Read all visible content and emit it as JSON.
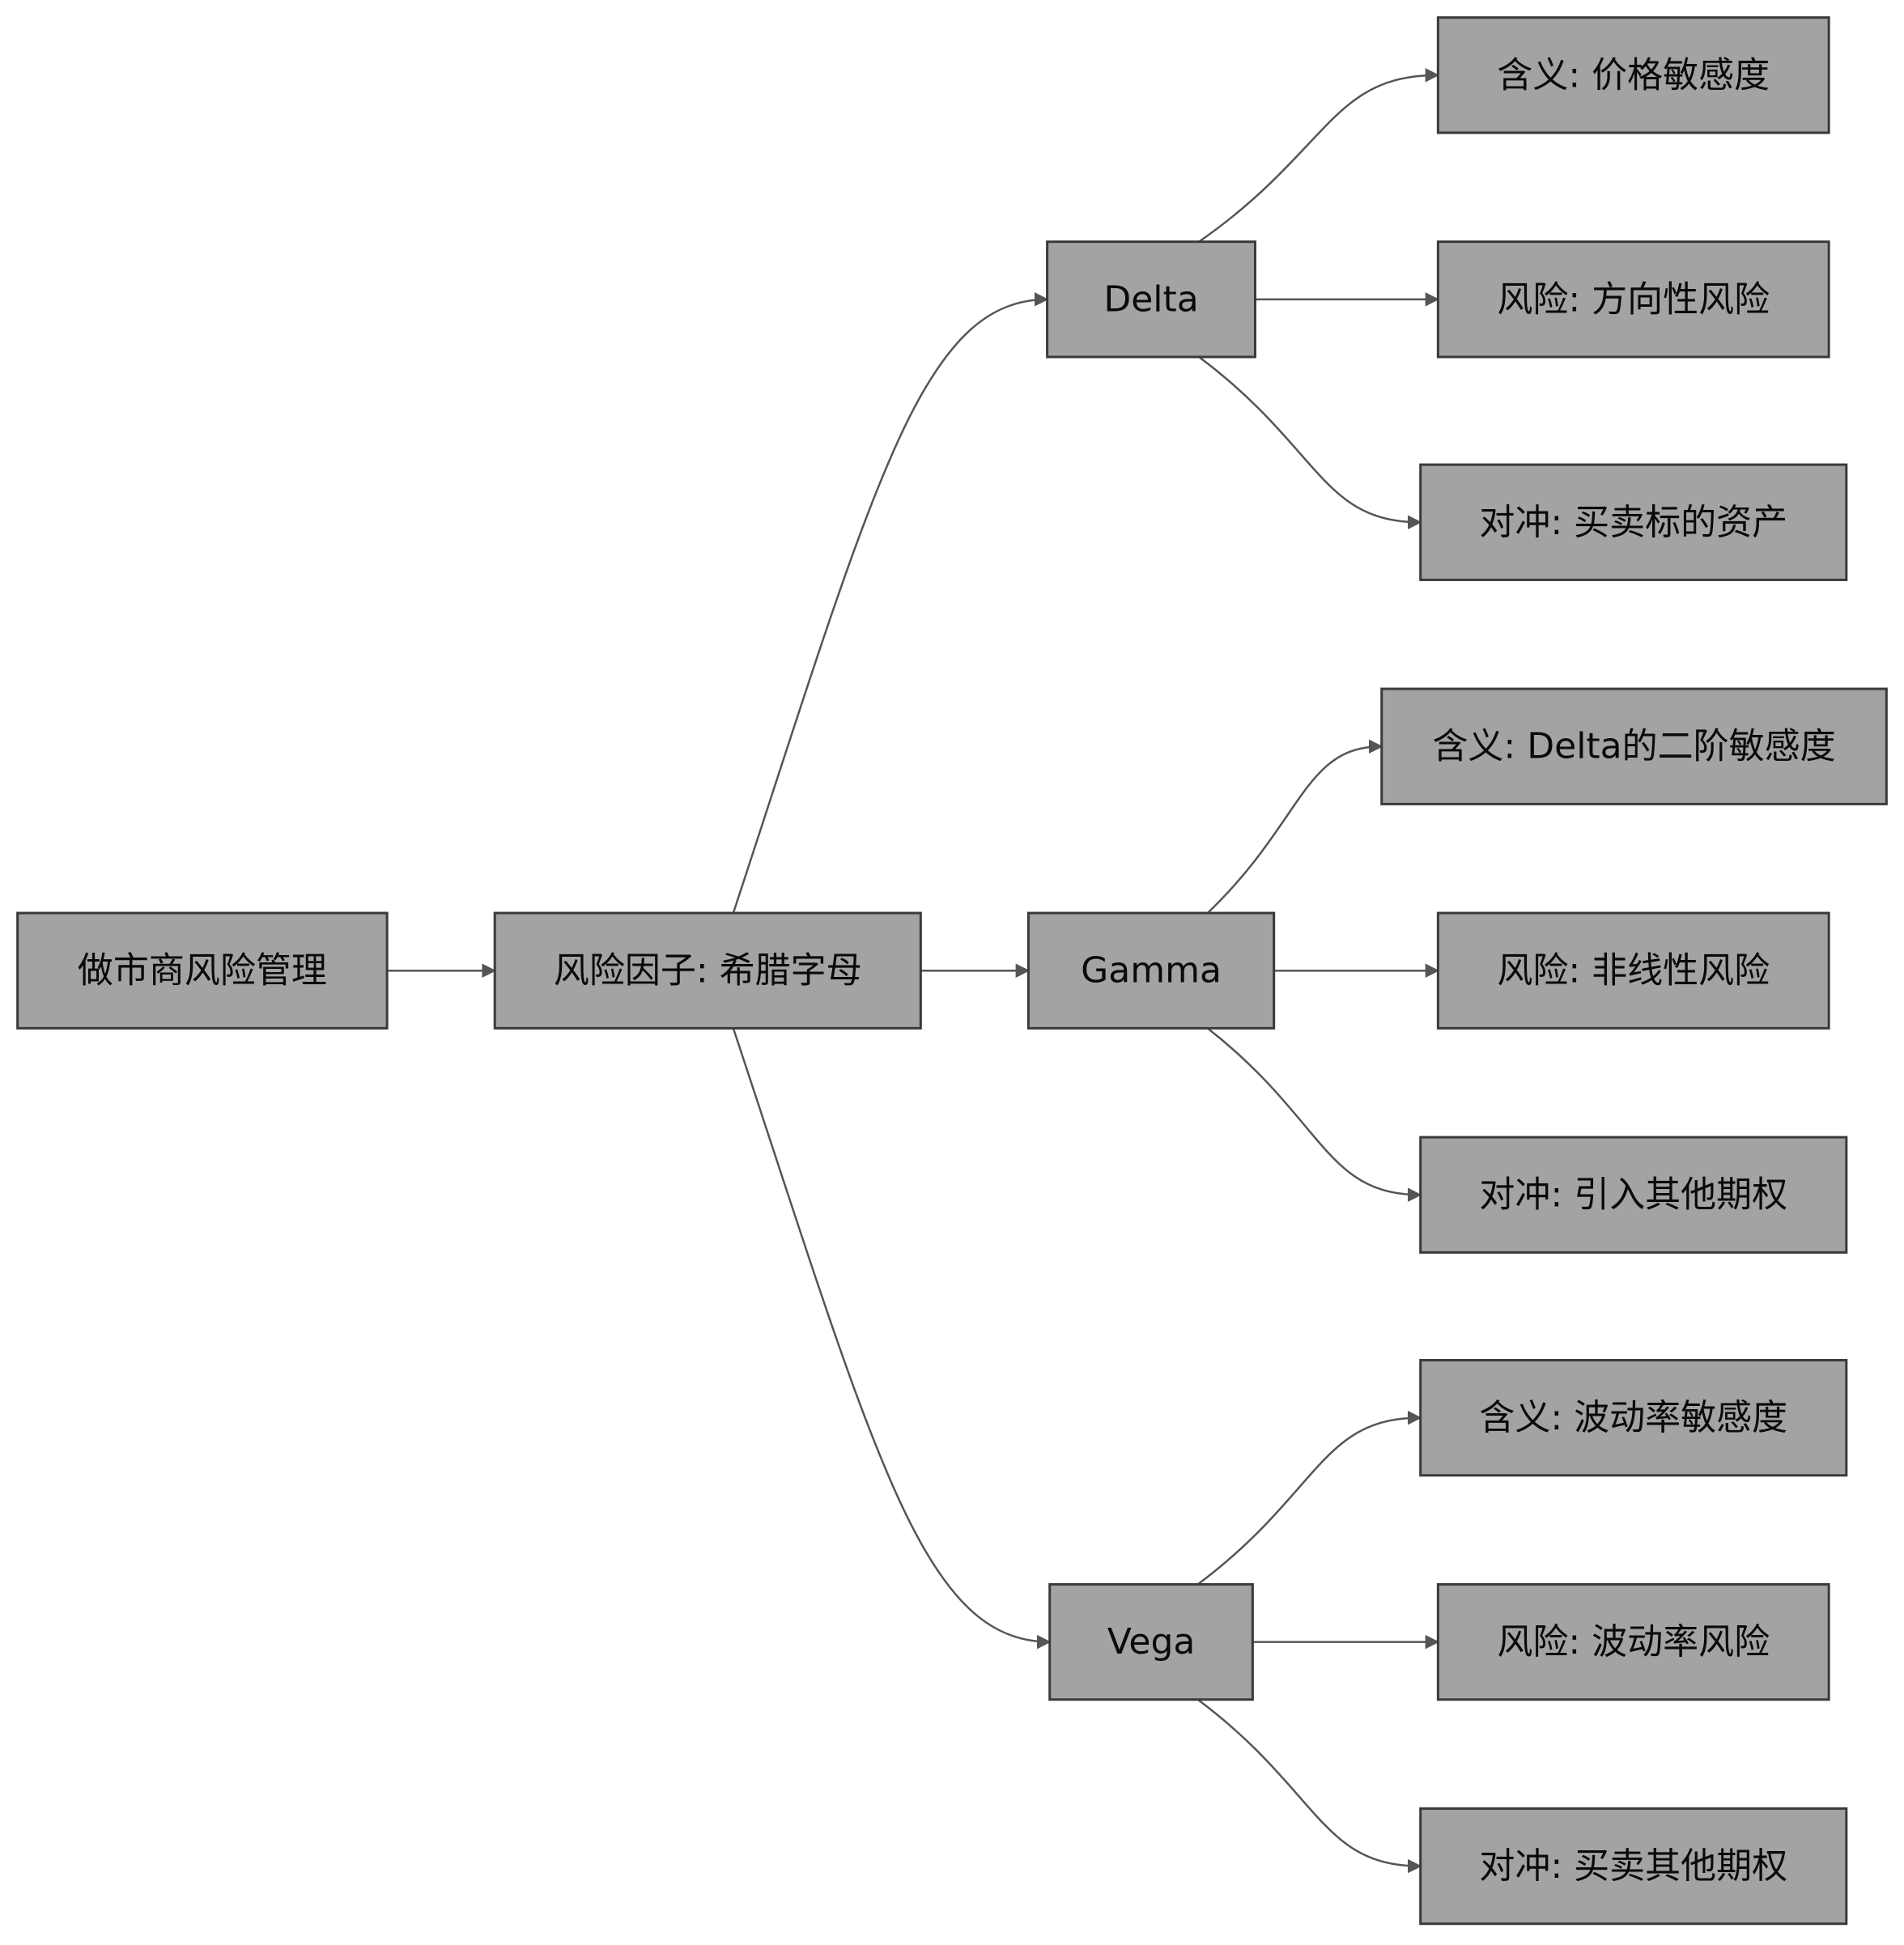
{
  "diagram": {
    "type": "flowchart-tree",
    "direction": "left-to-right",
    "colors": {
      "node_fill": "#a3a3a3",
      "node_border": "#3a3a3a",
      "edge": "#555555",
      "text": "#0a0a0a",
      "background": "#ffffff"
    },
    "nodes": [
      {
        "id": "root",
        "label": "做市商风险管理"
      },
      {
        "id": "factors",
        "label": "风险因子: 希腊字母"
      },
      {
        "id": "delta",
        "label": "Delta"
      },
      {
        "id": "gamma",
        "label": "Gamma"
      },
      {
        "id": "vega",
        "label": "Vega"
      },
      {
        "id": "delta_meaning",
        "label": "含义: 价格敏感度"
      },
      {
        "id": "delta_risk",
        "label": "风险: 方向性风险"
      },
      {
        "id": "delta_hedge",
        "label": "对冲: 买卖标的资产"
      },
      {
        "id": "gamma_meaning",
        "label": "含义: Delta的二阶敏感度"
      },
      {
        "id": "gamma_risk",
        "label": "风险: 非线性风险"
      },
      {
        "id": "gamma_hedge",
        "label": "对冲: 引入其他期权"
      },
      {
        "id": "vega_meaning",
        "label": "含义: 波动率敏感度"
      },
      {
        "id": "vega_risk",
        "label": "风险: 波动率风险"
      },
      {
        "id": "vega_hedge",
        "label": "对冲: 买卖其他期权"
      }
    ],
    "edges": [
      {
        "from": "root",
        "to": "factors"
      },
      {
        "from": "factors",
        "to": "delta"
      },
      {
        "from": "factors",
        "to": "gamma"
      },
      {
        "from": "factors",
        "to": "vega"
      },
      {
        "from": "delta",
        "to": "delta_meaning"
      },
      {
        "from": "delta",
        "to": "delta_risk"
      },
      {
        "from": "delta",
        "to": "delta_hedge"
      },
      {
        "from": "gamma",
        "to": "gamma_meaning"
      },
      {
        "from": "gamma",
        "to": "gamma_risk"
      },
      {
        "from": "gamma",
        "to": "gamma_hedge"
      },
      {
        "from": "vega",
        "to": "vega_meaning"
      },
      {
        "from": "vega",
        "to": "vega_risk"
      },
      {
        "from": "vega",
        "to": "vega_hedge"
      }
    ]
  }
}
